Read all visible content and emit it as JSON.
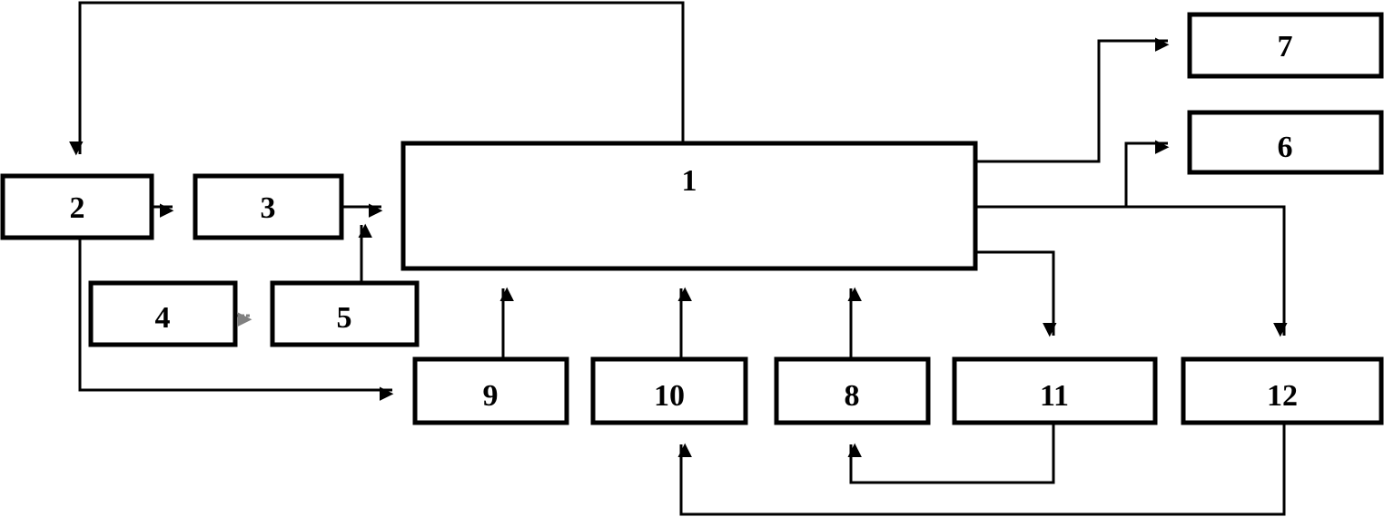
{
  "blocks": {
    "b1": "1",
    "b2": "2",
    "b3": "3",
    "b4": "4",
    "b5": "5",
    "b6": "6",
    "b7": "7",
    "b8": "8",
    "b9": "9",
    "b10": "10",
    "b11": "11",
    "b12": "12"
  },
  "colors": {
    "stroke": "#000000",
    "background": "#ffffff",
    "dashed_connector": "#808080"
  }
}
